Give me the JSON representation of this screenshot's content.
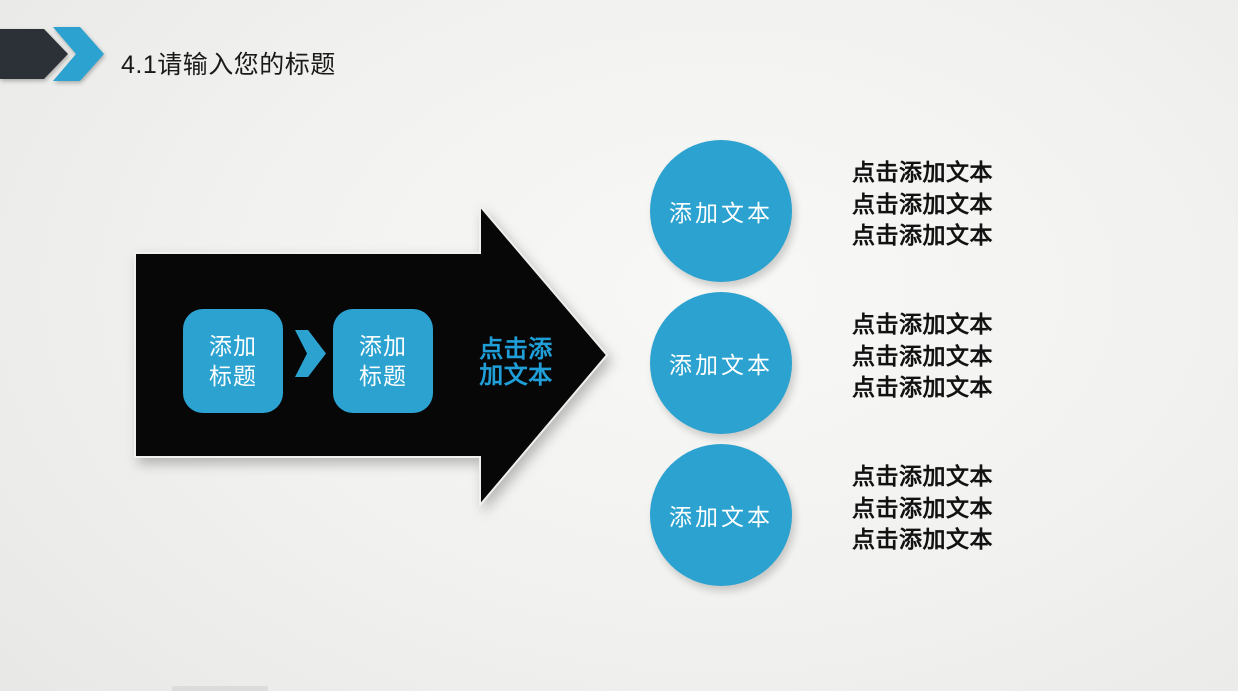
{
  "title": "4.1请输入您的标题",
  "colors": {
    "accent": "#2BA2D0",
    "arrow_black": "#070707",
    "header_dark": "#2B3137",
    "note_blue": "#1F9ED8"
  },
  "arrow_flow": {
    "step1": "添加\n标题",
    "step2": "添加\n标题",
    "note": "点击添\n加文本"
  },
  "items": [
    {
      "circle": "添加文本",
      "lines": [
        "点击添加文本",
        "点击添加文本",
        "点击添加文本"
      ]
    },
    {
      "circle": "添加文本",
      "lines": [
        "点击添加文本",
        "点击添加文本",
        "点击添加文本"
      ]
    },
    {
      "circle": "添加文本",
      "lines": [
        "点击添加文本",
        "点击添加文本",
        "点击添加文本"
      ]
    }
  ]
}
